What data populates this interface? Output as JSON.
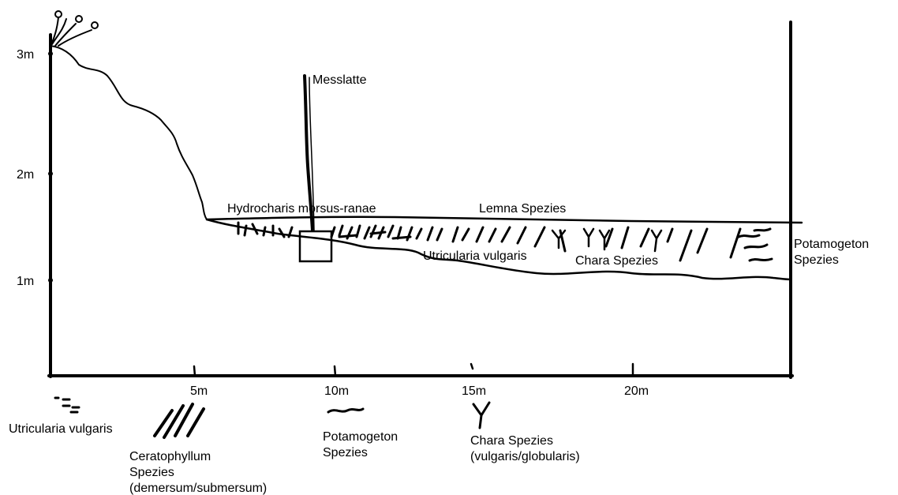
{
  "y_axis": {
    "ticks": [
      "3m",
      "2m",
      "1m"
    ]
  },
  "x_axis": {
    "ticks": [
      "5m",
      "10m",
      "15m",
      "20m"
    ]
  },
  "labels": {
    "messlatte": "Messlatte",
    "hydrocharis": "Hydrocharis morsus-ranae",
    "lemna": "Lemna Spezies",
    "utricularia_in_pond": "Utricularia vulgaris",
    "chara_in_pond": "Chara Spezies",
    "potamogeton_in_pond_line1": "Potamogeton",
    "potamogeton_in_pond_line2": "Spezies"
  },
  "legend": {
    "utricularia": {
      "line1": "Utricularia vulgaris"
    },
    "ceratophyllum": {
      "line1": "Ceratophyllum",
      "line2": "Spezies",
      "line3": "(demersum/submersum)"
    },
    "potamogeton": {
      "line1": "Potamogeton",
      "line2": "Spezies"
    },
    "chara": {
      "line1": "Chara Spezies",
      "line2": "(vulgaris/globularis)"
    }
  }
}
